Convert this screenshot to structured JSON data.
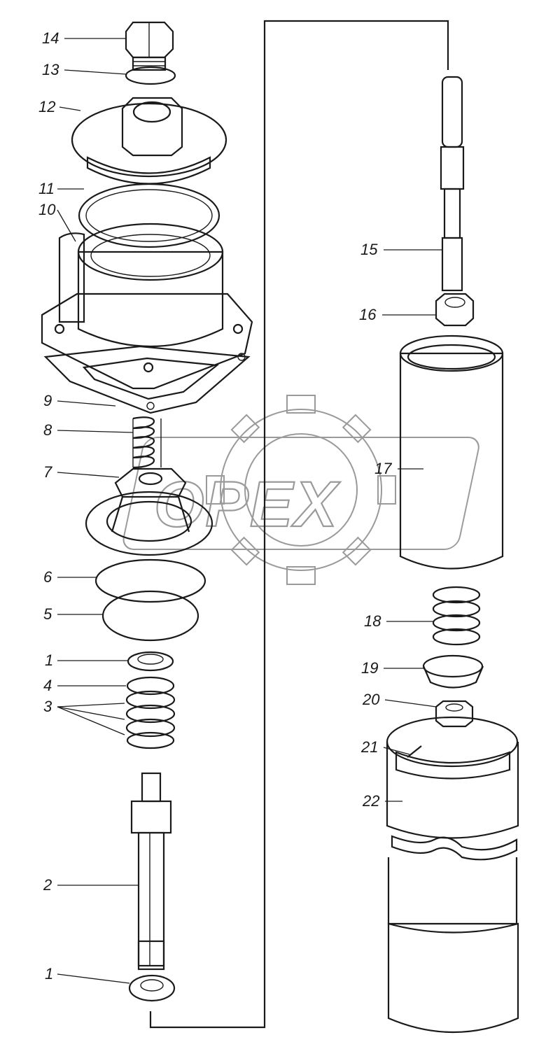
{
  "watermark": {
    "text": "OPEX"
  },
  "callouts": [
    {
      "id": "c14",
      "label": "14"
    },
    {
      "id": "c13",
      "label": "13"
    },
    {
      "id": "c12",
      "label": "12"
    },
    {
      "id": "c11",
      "label": "11"
    },
    {
      "id": "c10",
      "label": "10"
    },
    {
      "id": "c9",
      "label": "9"
    },
    {
      "id": "c8",
      "label": "8"
    },
    {
      "id": "c7",
      "label": "7"
    },
    {
      "id": "c6",
      "label": "6"
    },
    {
      "id": "c5",
      "label": "5"
    },
    {
      "id": "c1a",
      "label": "1"
    },
    {
      "id": "c4",
      "label": "4"
    },
    {
      "id": "c3",
      "label": "3"
    },
    {
      "id": "c2",
      "label": "2"
    },
    {
      "id": "c1b",
      "label": "1"
    },
    {
      "id": "c15",
      "label": "15"
    },
    {
      "id": "c16",
      "label": "16"
    },
    {
      "id": "c17",
      "label": "17"
    },
    {
      "id": "c18",
      "label": "18"
    },
    {
      "id": "c19",
      "label": "19"
    },
    {
      "id": "c20",
      "label": "20"
    },
    {
      "id": "c21",
      "label": "21"
    },
    {
      "id": "c22",
      "label": "22"
    }
  ]
}
